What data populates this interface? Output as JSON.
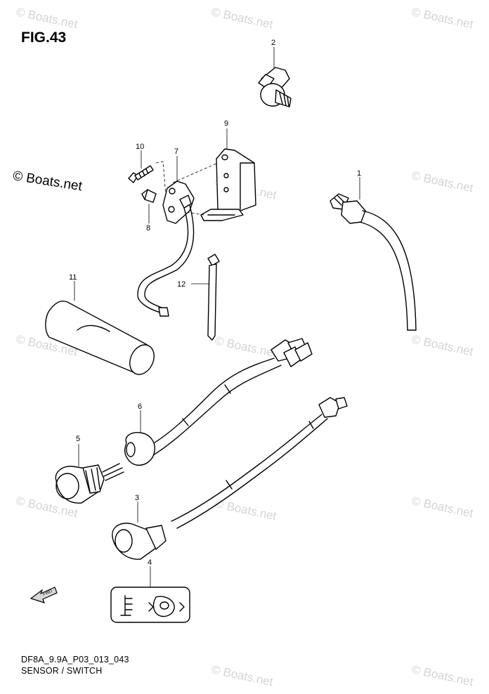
{
  "figure": {
    "title": "FIG.43"
  },
  "copyright": "© Boats.net",
  "watermark": "© Boats.net",
  "footer": {
    "code": "DF8A_9.9A_P03_013_043",
    "title": "SENSOR / SWITCH"
  },
  "callouts": {
    "c1": "1",
    "c2": "2",
    "c3": "3",
    "c4": "4",
    "c5": "5",
    "c6": "6",
    "c7": "7",
    "c8": "8",
    "c9": "9",
    "c10": "10",
    "c11": "11",
    "c12": "12"
  },
  "direction_label": "FWD"
}
